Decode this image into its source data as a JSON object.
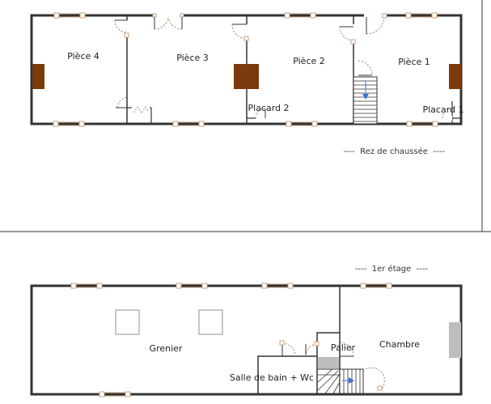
{
  "ground_floor": {
    "section_label": "----  Rez de chaussée  ----",
    "rooms": {
      "piece_4": "Pièce 4",
      "piece_3": "Pièce 3",
      "piece_2": "Pièce 2",
      "piece_1": "Pièce 1",
      "placard_2": "Placard 2",
      "placard_1": "Placard 1"
    }
  },
  "first_floor": {
    "section_label": "----  1er étage  ----",
    "rooms": {
      "grenier": "Grenier",
      "salle_de_bain": "Salle de bain + Wc",
      "palier": "Palier",
      "chambre": "Chambre"
    }
  },
  "colors": {
    "wall": "#333333",
    "fireplace": "#7a3a0c",
    "window_frame": "#c7a37f",
    "door_dash": "#a5825e",
    "stair_arrow": "#3a6fd8",
    "chimney_grey": "#bdbdbd",
    "skylight": "#b5b5b5"
  }
}
